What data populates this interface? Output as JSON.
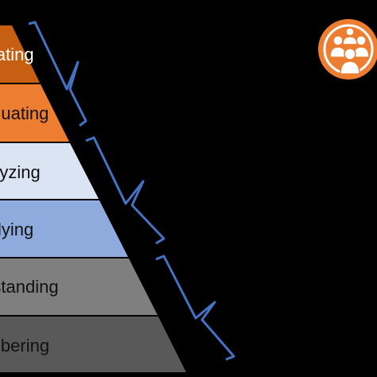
{
  "tiers": [
    {
      "label": "Creating",
      "color": "#c65f12"
    },
    {
      "label": "Evaluating",
      "color": "#ed7d31"
    },
    {
      "label": "Analyzing",
      "color": "#dbe4f3"
    },
    {
      "label": "Applying",
      "color": "#8faadc"
    },
    {
      "label": "Understanding",
      "color": "#7f7f7f"
    },
    {
      "label": "Remembering",
      "color": "#595959"
    }
  ],
  "colors": {
    "background": "#000000",
    "bracket": "#4472c4",
    "icon_circle": "#ed7d31",
    "icon_figures": "#ffffff"
  },
  "icon": "group-of-people-icon"
}
